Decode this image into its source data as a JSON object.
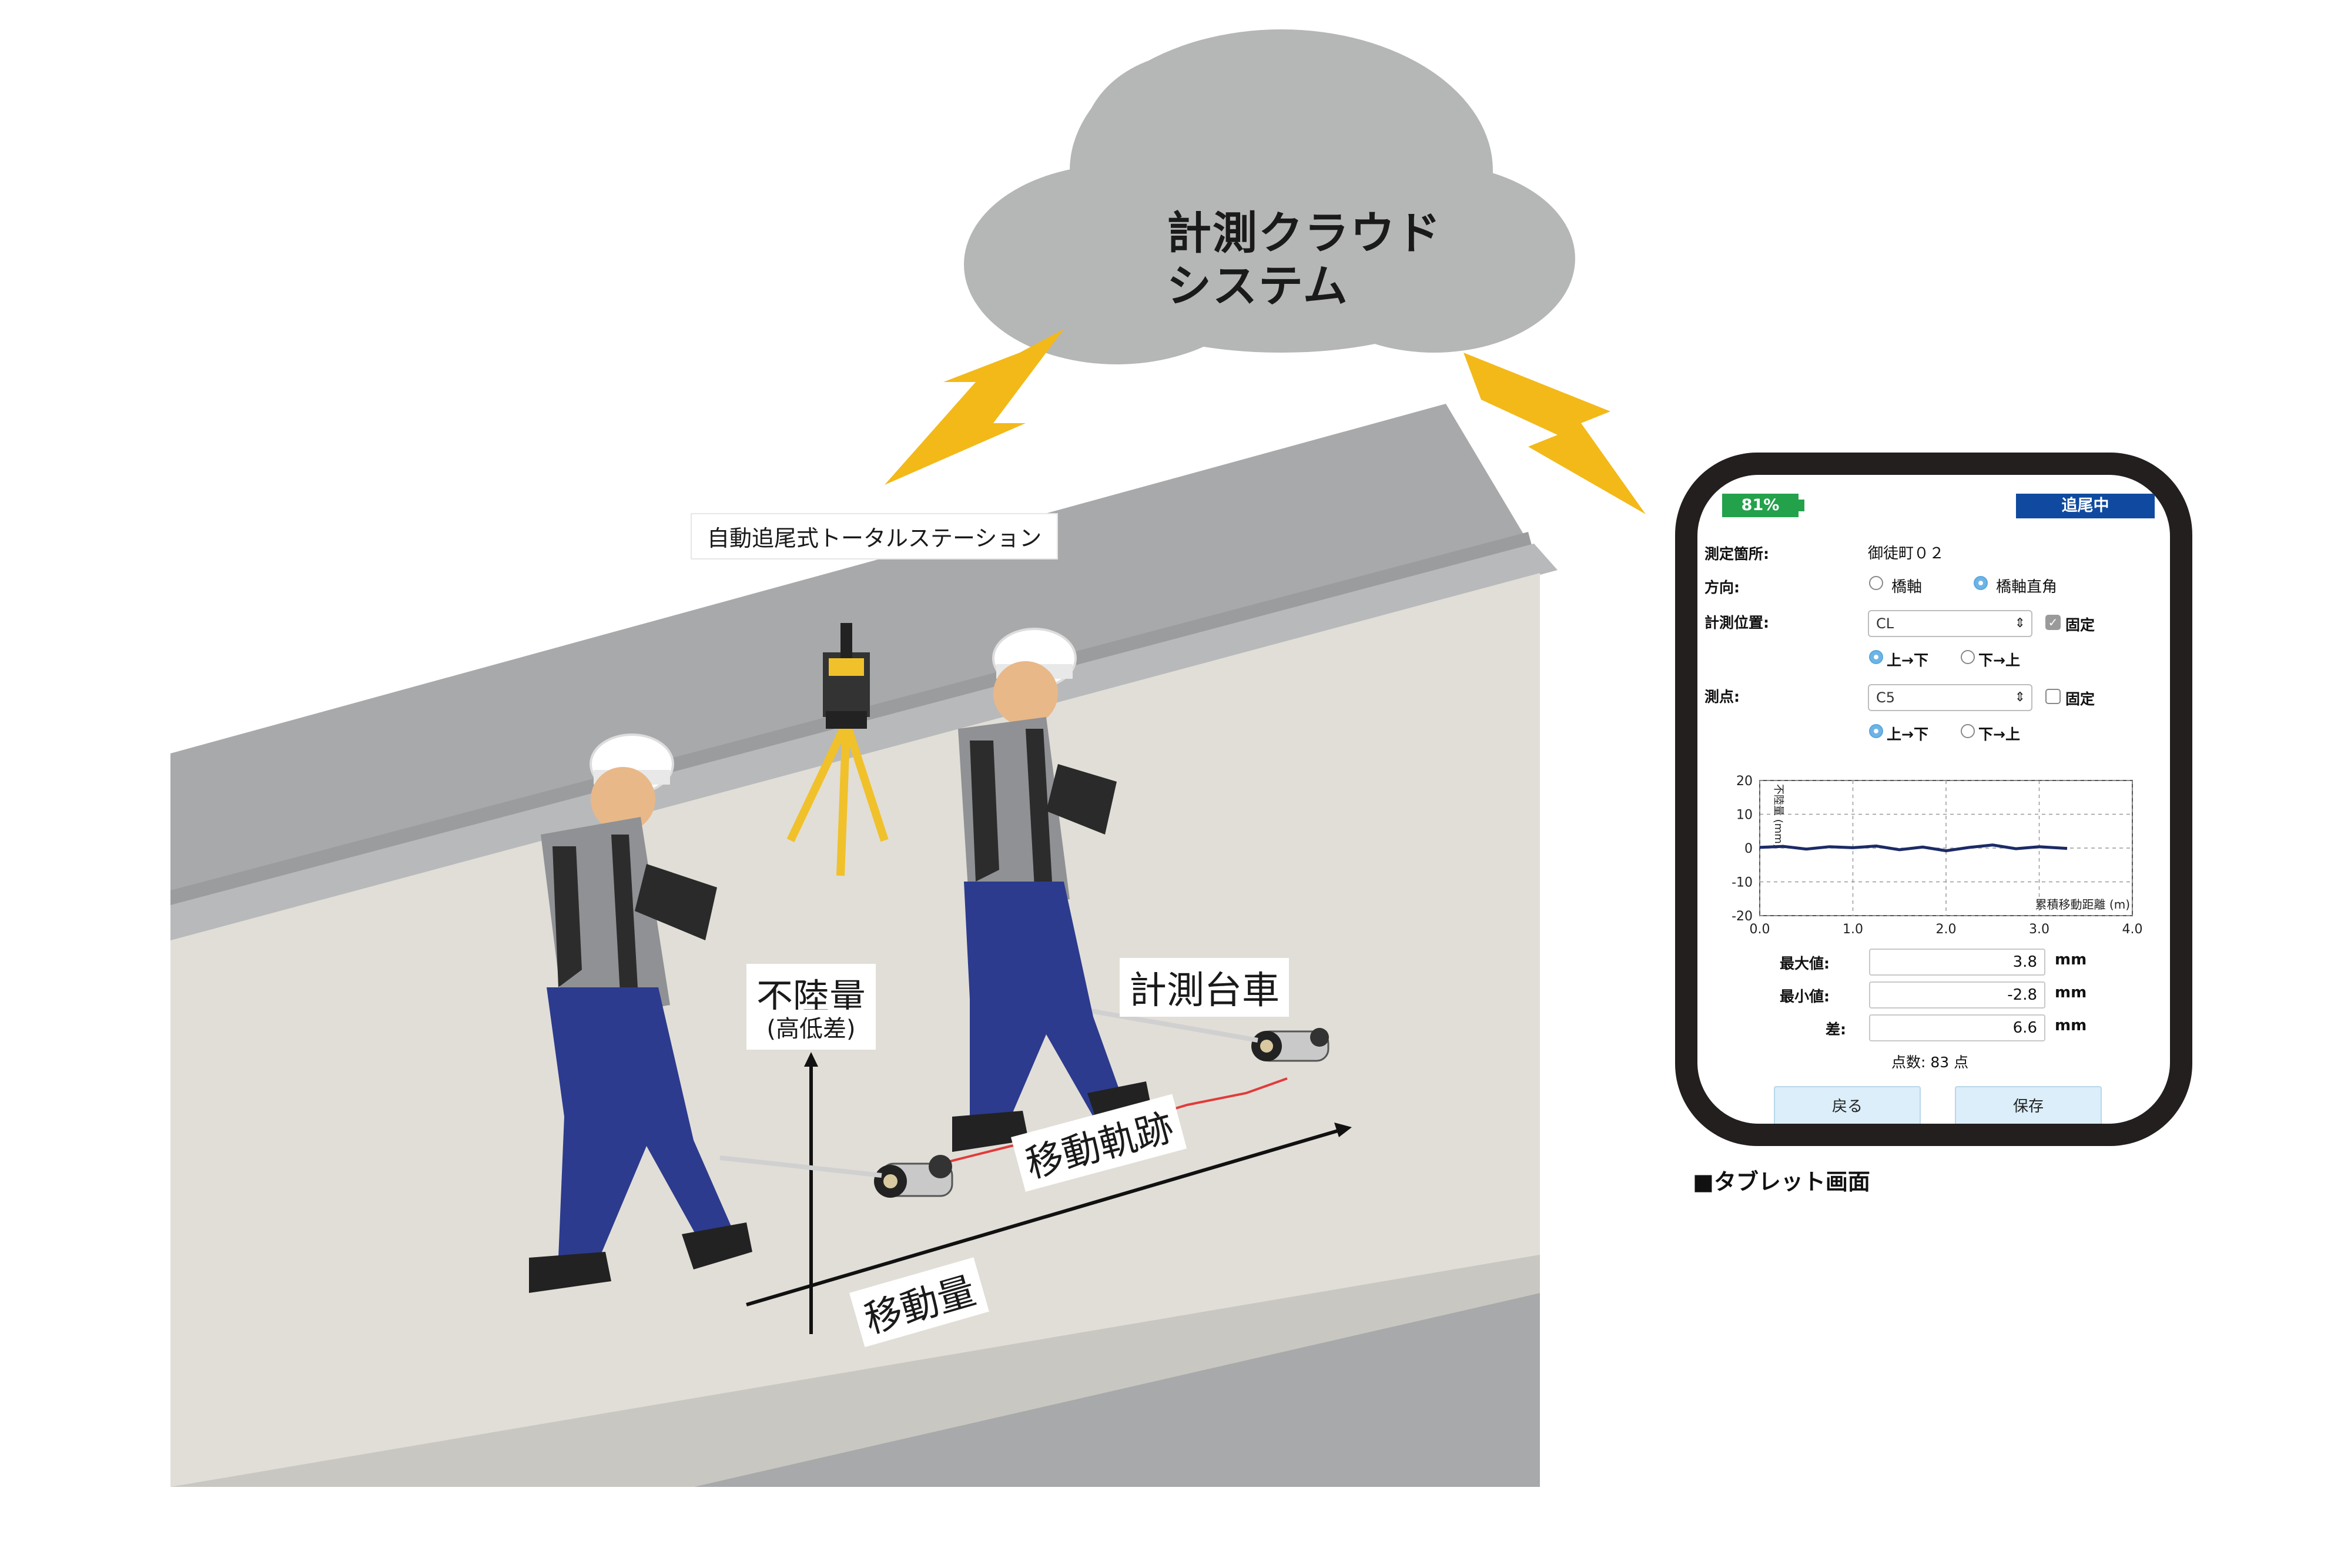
{
  "cloud": {
    "line1": "計測クラウド",
    "line2": "システム"
  },
  "labels": {
    "total_station": "自動追尾式トータルステーション",
    "unevenness": "不陸量",
    "unevenness_sub": "(高低差)",
    "cart": "計測台車",
    "trajectory": "移動軌跡",
    "movement": "移動量",
    "tablet_caption": "■タブレット画面"
  },
  "colors": {
    "cloud": "#b5b6b6",
    "lightning": "#f3b918",
    "road": "#e1ded7",
    "wall": "#a8a9ab",
    "tablet_frame": "#231f1f",
    "battery": "#23a24b",
    "tracking": "#0f4aa0",
    "trace_line": "#1c2b66",
    "red_track": "#e23a3a"
  },
  "tablet": {
    "battery": "81%",
    "status": "追尾中",
    "site_label": "測定箇所:",
    "site_value": "御徒町０２",
    "direction_label": "方向:",
    "direction_options": [
      "橋軸",
      "橋軸直角"
    ],
    "direction_selected": "橋軸直角",
    "position_label": "計測位置:",
    "position_value": "CL",
    "fixed_label": "固定",
    "position_fixed": true,
    "position_order": [
      "上→下",
      "下→上"
    ],
    "point_label": "測点:",
    "point_value": "C5",
    "point_fixed": false,
    "point_order": [
      "上→下",
      "下→上"
    ],
    "max_label": "最大値:",
    "max_value": "3.8",
    "min_label": "最小値:",
    "min_value": "-2.8",
    "diff_label": "差:",
    "diff_value": "6.6",
    "unit": "mm",
    "points_text": "点数: 83 点",
    "back_button": "戻る",
    "save_button": "保存"
  },
  "chart_data": {
    "type": "line",
    "xlabel": "累積移動距離 (m)",
    "ylabel": "不陸量 (mm)",
    "xlim": [
      0,
      4.0
    ],
    "ylim": [
      -20,
      20
    ],
    "xticks": [
      "0.0",
      "1.0",
      "2.0",
      "3.0",
      "4.0"
    ],
    "yticks": [
      "20",
      "10",
      "0",
      "-10",
      "-20"
    ],
    "grid": true,
    "series": [
      {
        "x": [
          0,
          0.25,
          0.5,
          0.75,
          1.0,
          1.25,
          1.5,
          1.75,
          2.0,
          2.25,
          2.5,
          2.75,
          3.0,
          3.3
        ],
        "values": [
          0.2,
          0.5,
          -0.3,
          0.4,
          0.1,
          0.6,
          -0.5,
          0.3,
          -0.8,
          0.2,
          0.9,
          -0.2,
          0.4,
          -0.1
        ]
      }
    ]
  }
}
